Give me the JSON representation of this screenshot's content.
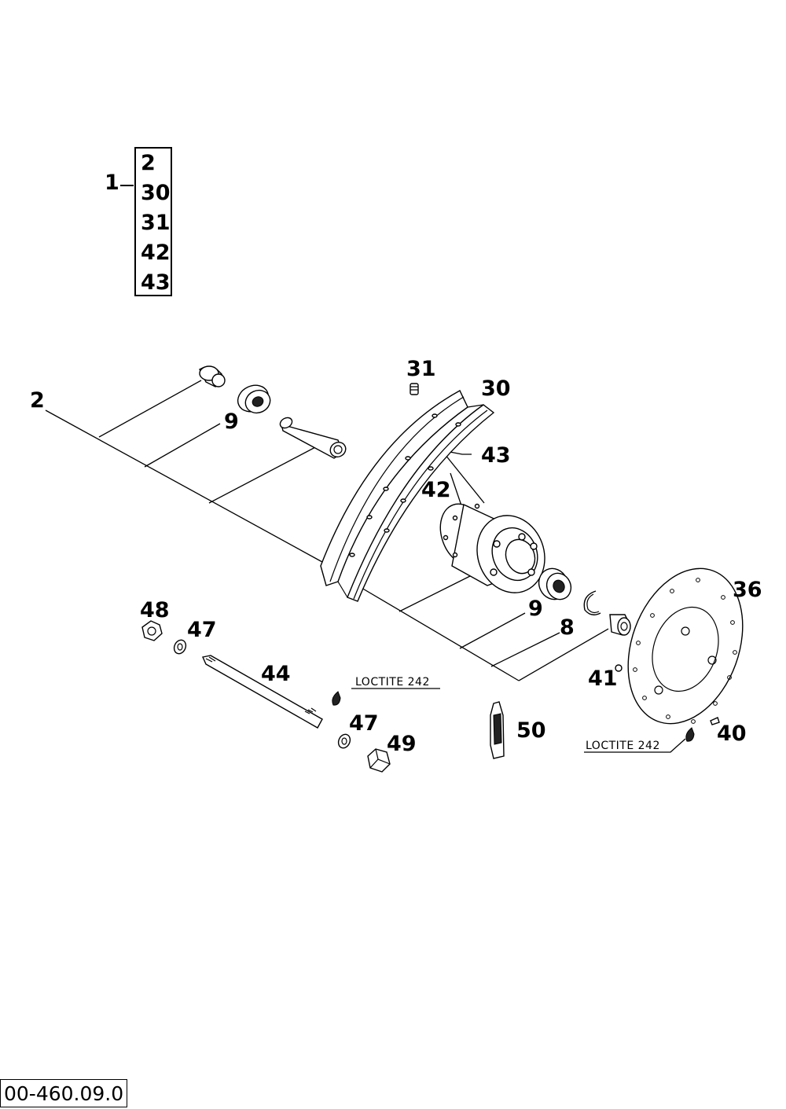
{
  "kit": {
    "label": "1",
    "items": [
      "2",
      "30",
      "31",
      "42",
      "43"
    ]
  },
  "callouts": {
    "c2": "2",
    "c9a": "9",
    "c31": "31",
    "c30": "30",
    "c43": "43",
    "c42": "42",
    "c36": "36",
    "c9b": "9",
    "c8": "8",
    "c48": "48",
    "c47a": "47",
    "c44": "44",
    "c41": "41",
    "c47b": "47",
    "c50": "50",
    "c49": "49",
    "c40": "40"
  },
  "notes": {
    "loctite_axle": "LOCTITE 242",
    "loctite_disc": "LOCTITE 242"
  },
  "drawing_number": "00-460.09.0"
}
